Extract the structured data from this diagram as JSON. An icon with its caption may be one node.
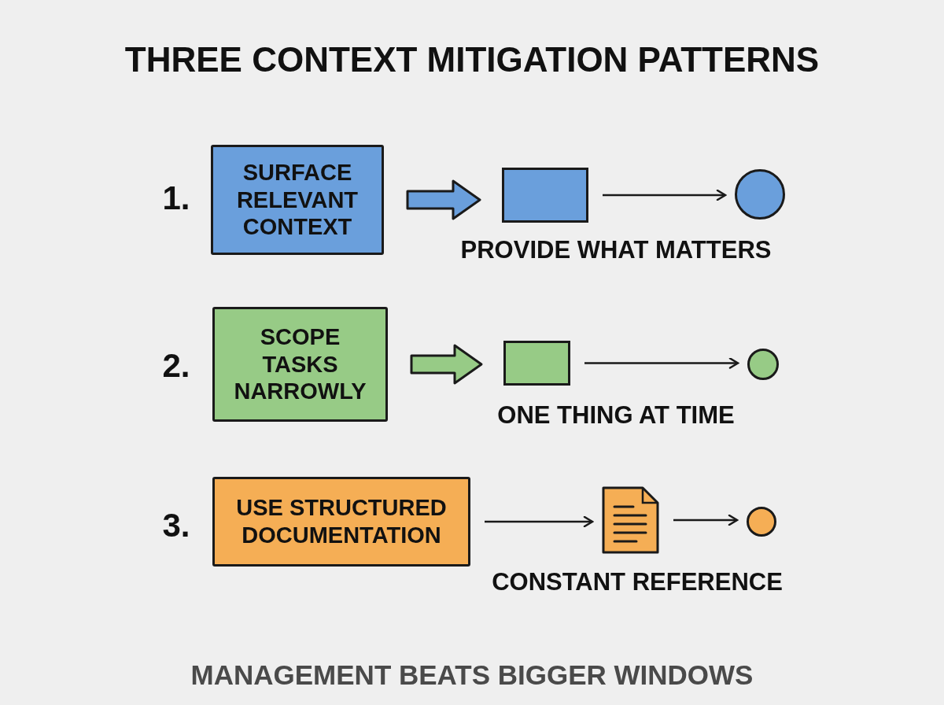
{
  "diagram": {
    "title": "THREE CONTEXT MITIGATION PATTERNS",
    "caption": "MANAGEMENT BEATS BIGGER WINDOWS",
    "nodes": [
      {
        "text": [
          "SURFACE RELEVANT CONTEXT"
        ]
      },
      {
        "text": [],
        "shape": "box"
      },
      {
        "text": [],
        "shape": "circle"
      },
      {
        "text": [
          "SCOPE TASKS NARROWLY"
        ]
      },
      {
        "text": [],
        "shape": "box"
      },
      {
        "text": [],
        "shape": "circle"
      },
      {
        "text": [
          "USE STRUCTURED DOCUMENTATION"
        ]
      },
      {
        "text": [],
        "shape": "document"
      },
      {
        "text": [],
        "shape": "circle"
      }
    ],
    "edges": [
      {
        "from": 0,
        "to": 1,
        "arrow": "to",
        "style": "thick",
        "color": "#6a9fdc"
      },
      {
        "from": 1,
        "to": 2,
        "arrow": "to"
      },
      {
        "from": 3,
        "to": 4,
        "arrow": "to",
        "style": "thick",
        "color": "#97cb86"
      },
      {
        "from": 4,
        "to": 5,
        "arrow": "to"
      },
      {
        "from": 6,
        "to": 7,
        "arrow": "to"
      },
      {
        "from": 7,
        "to": 8,
        "arrow": "to"
      }
    ],
    "labels": [
      "1.",
      "PROVIDE WHAT MATTERS",
      "2.",
      "ONE THING AT TIME",
      "3.",
      "CONSTANT REFERENCE"
    ]
  }
}
